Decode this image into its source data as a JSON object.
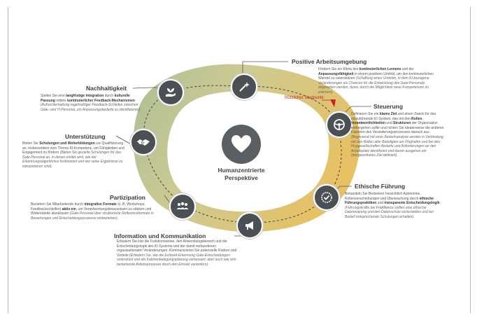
{
  "center": {
    "title_line1": "Humanzentrierte",
    "title_line2": "Perspektive",
    "icon": "heart-icon"
  },
  "start_marker": {
    "label": "Nützlicher Startpunkt",
    "color": "#d21f1f"
  },
  "colors": {
    "ring_green": "#8fa873",
    "ring_yellow": "#e1b13d",
    "node": "#4b5055",
    "accent_red": "#d21f1f"
  },
  "stages": [
    {
      "id": "positive",
      "title": "Positive Arbeitsumgebung",
      "icon": "magic-wand-icon",
      "desc": [
        {
          "t": "Fördern Sie ein Klima des "
        },
        {
          "t": "kontinuierlichen Lernens",
          "b": true
        },
        {
          "t": " und der "
        },
        {
          "t": "Anpassungsfähigkeit",
          "b": true
        },
        {
          "t": " in einem positiven Umfeld, um den kontinuierlichen Wandel zu unterstützen "
        },
        {
          "t": "(Schaffung eines Umfelds, in dem KI-bezogene Veränderungen als Chancen für die Entwicklung des Gate-Personals angesehen werden, bpsw. durch die Möglichkeit neue Kompetenzen zu erlernen).",
          "i": true
        }
      ]
    },
    {
      "id": "steuerung",
      "title": "Steuerung",
      "icon": "steering-wheel-icon",
      "desc": [
        {
          "t": "Definieren Sie ein "
        },
        {
          "t": "klares Ziel",
          "b": true
        },
        {
          "t": " und einen Zweck für das einzuführende KI-System, das mit den "
        },
        {
          "t": "Rollen",
          "b": true
        },
        {
          "t": ", "
        },
        {
          "t": "Verantwortlichkeiten",
          "b": true
        },
        {
          "t": " und "
        },
        {
          "t": "Strukturen",
          "b": true
        },
        {
          "t": " der Organisation einhergehen sollte und richten Sie idealerweise die anderen Faktoren des Veränderungsprozesses danach aus "
        },
        {
          "t": "(Beginnend mit einer Bedarfsanalyse werden in Verbindung mit den Rollen aller Beteiligten am Flughafen und bei den Fluggesellschaften Bedarfe und Anforderungen an den Arbeitsplatz identifiziert und davon ausgehen ein übergeordnetes Ziel definiert).",
          "i": true
        }
      ]
    },
    {
      "id": "ethik",
      "title": "Ethische Führung",
      "icon": "badge-check-icon",
      "desc": [
        {
          "t": "Behandeln Sie Bedenken hinsichtlich Autonomie, Rollenverschiebungen und Überwachung durch "
        },
        {
          "t": "ethische Führungspraktiken",
          "b": true
        },
        {
          "t": " und "
        },
        {
          "t": "transparente Entscheidungslogik",
          "b": true
        },
        {
          "t": " (Führungskräfte bei FraAlliance sollten eine ethische Datennutzung und den Datenschutz sicherstellen und bei Bedarf entsprechende Schulungen erhalten).",
          "i": true
        }
      ]
    },
    {
      "id": "info",
      "title": "Information und Kommunikation",
      "icon": "megaphone-icon",
      "desc": [
        {
          "t": "Erläutern Sie klar die Funktionsweise, den Anwendungsbereich und die Entscheidungslogik des KI-Systems und der damit verbundenen organisationalen Veränderungen. Kommunizieren Sie potenzielle Risiken und Vorteile "
        },
        {
          "t": "(Erläutern Sie, wie die Echtzeit-Erkennung Gate-Entscheidungen unterstützt und die Kabinenbelegungsplanung verbessert, aber auch wie sich bestehende Arbeitsprozesse durch den Einsatz verändern).",
          "i": true
        }
      ]
    },
    {
      "id": "partizipation",
      "title": "Partizipation",
      "icon": "group-icon",
      "desc": [
        {
          "t": "Beziehen Sie Mitarbeitende durch "
        },
        {
          "t": "integrative Formate",
          "b": true
        },
        {
          "t": " (z. B. Workshops, Feedbackschleifen) "
        },
        {
          "t": "aktiv ein",
          "b": true
        },
        {
          "t": ", um Verantwortungsbewusstsein zu stärken und Widerstände abzubauen "
        },
        {
          "t": "(Gate-Personal über strukturierte Reflexionsformate in Bewertungen und Entscheidungsprozesse einbeziehen).",
          "i": true
        }
      ]
    },
    {
      "id": "unterstuetzung",
      "title": "Unterstützung",
      "icon": "handshake-icon",
      "desc": [
        {
          "t": "Bieten Sie "
        },
        {
          "t": "Schulungen und Weiterbildungen",
          "b": true
        },
        {
          "t": " zur Qualifizierung an, insbesondere zum Thema KI-Kompetenz, um Fähigkeiten und Engagement zu fördern "
        },
        {
          "t": "(Bieten Sie gezielte Schulungen für das Gate-Personal an, in denen erklärt wird, wie der Erkennungsalgorithmus funktioniert und wie seine Ergebnisse zu interpretieren sind).",
          "i": true
        }
      ]
    },
    {
      "id": "nachhaltigkeit",
      "title": "Nachhaltigkeit",
      "icon": "plant-in-hand-icon",
      "desc": [
        {
          "t": "Stellen Sie eine "
        },
        {
          "t": "langfristige Integration",
          "b": true
        },
        {
          "t": " durch "
        },
        {
          "t": "kulturelle Passung",
          "b": true
        },
        {
          "t": " mittels "
        },
        {
          "t": "kontinuierlicher Feedback-Mechanismen",
          "b": true
        },
        {
          "t": " (Aufrechterhaltung regelmäßiger Feedback-Schleifen zwischen Gate- und IT-Personal, um Anpassungsbedarfe zu identifizieren).",
          "i": true
        }
      ]
    }
  ]
}
